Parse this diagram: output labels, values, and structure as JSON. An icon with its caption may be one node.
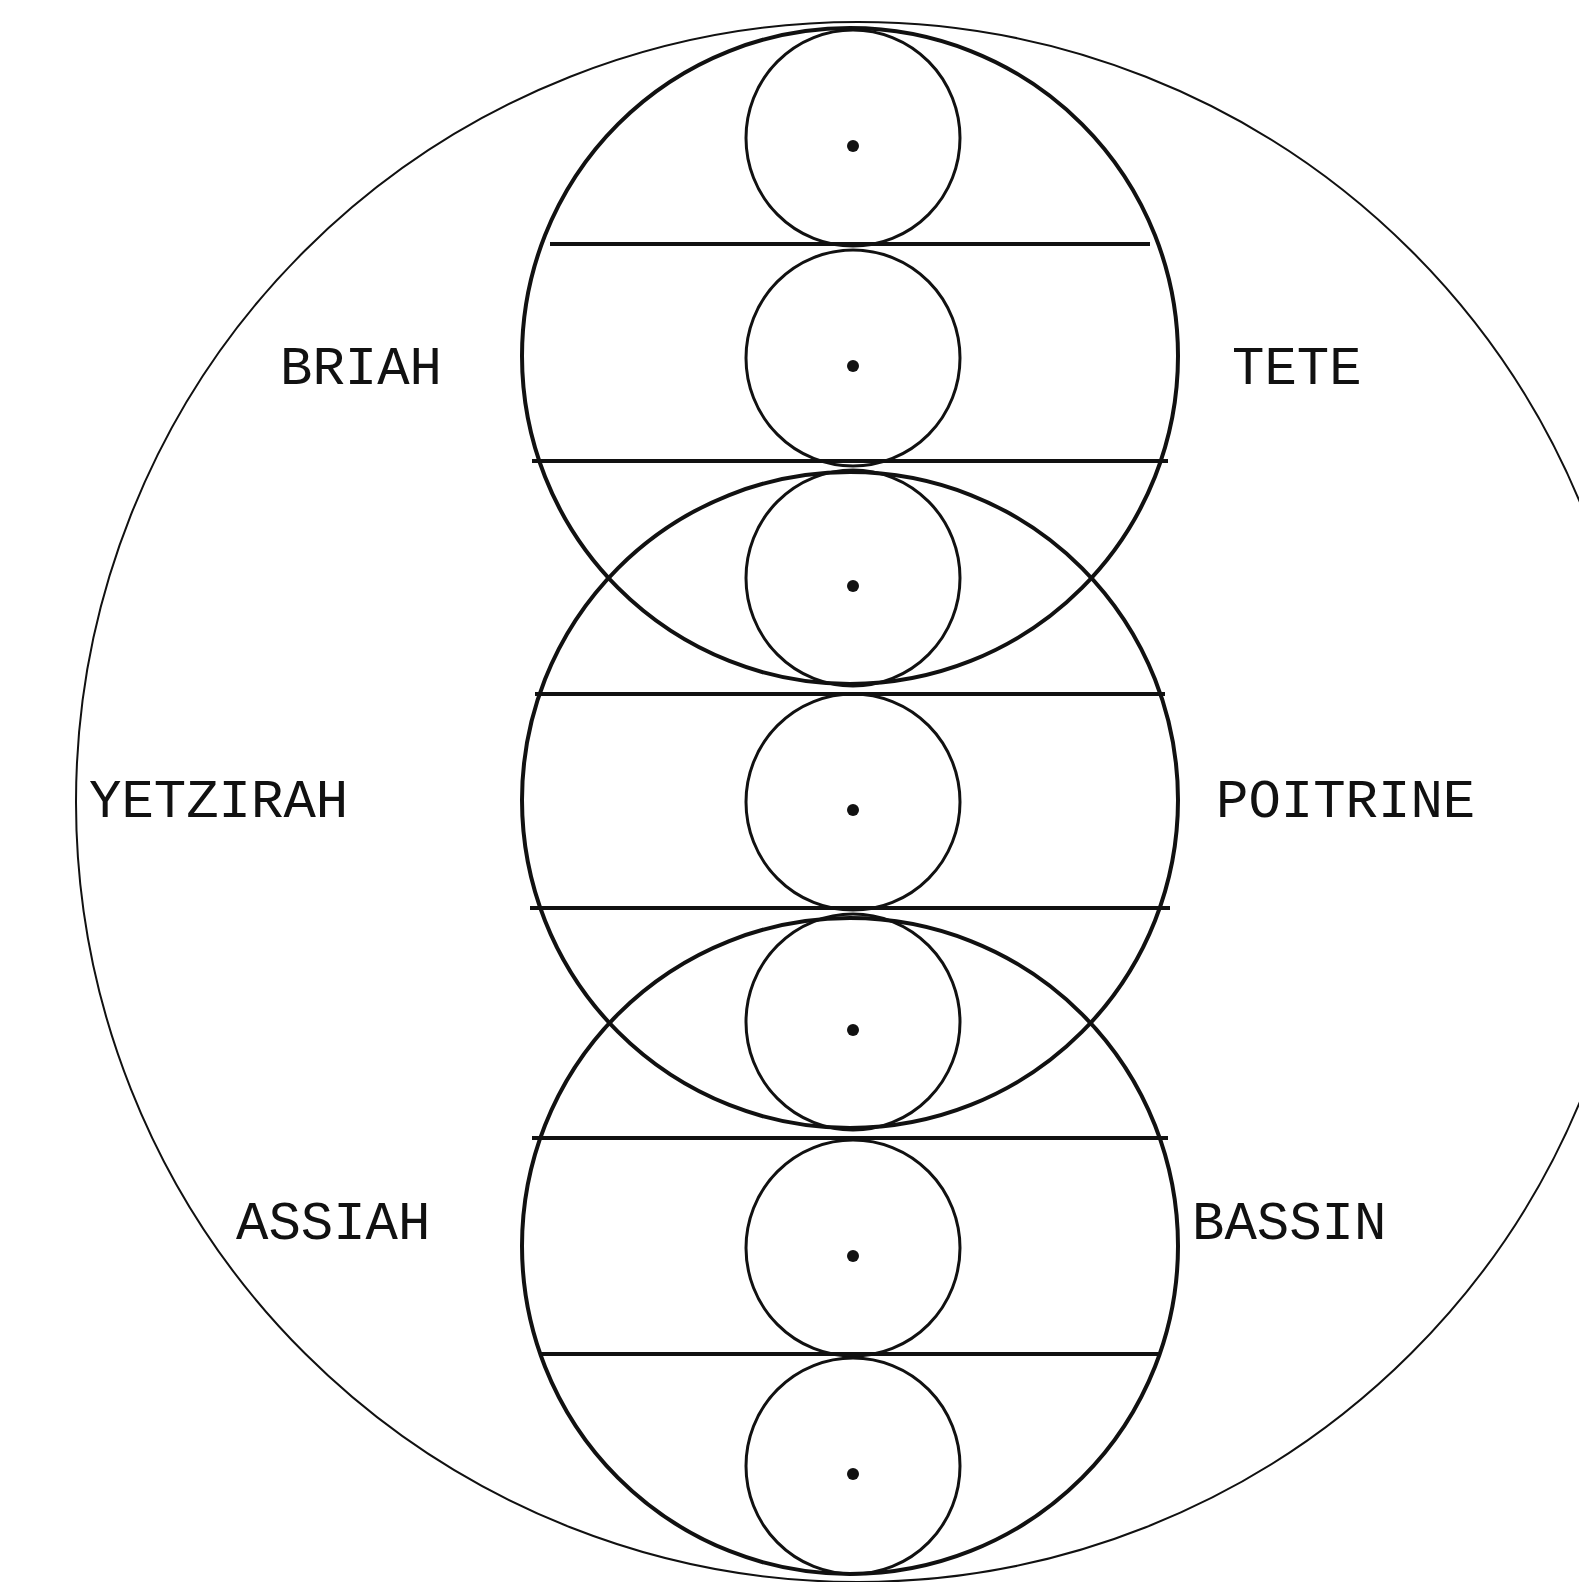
{
  "diagram": {
    "labels": [
      "BRIAH",
      "TETE",
      "YETZIRAH",
      "POITRINE",
      "ASSIAH",
      "BASSIN"
    ]
  }
}
